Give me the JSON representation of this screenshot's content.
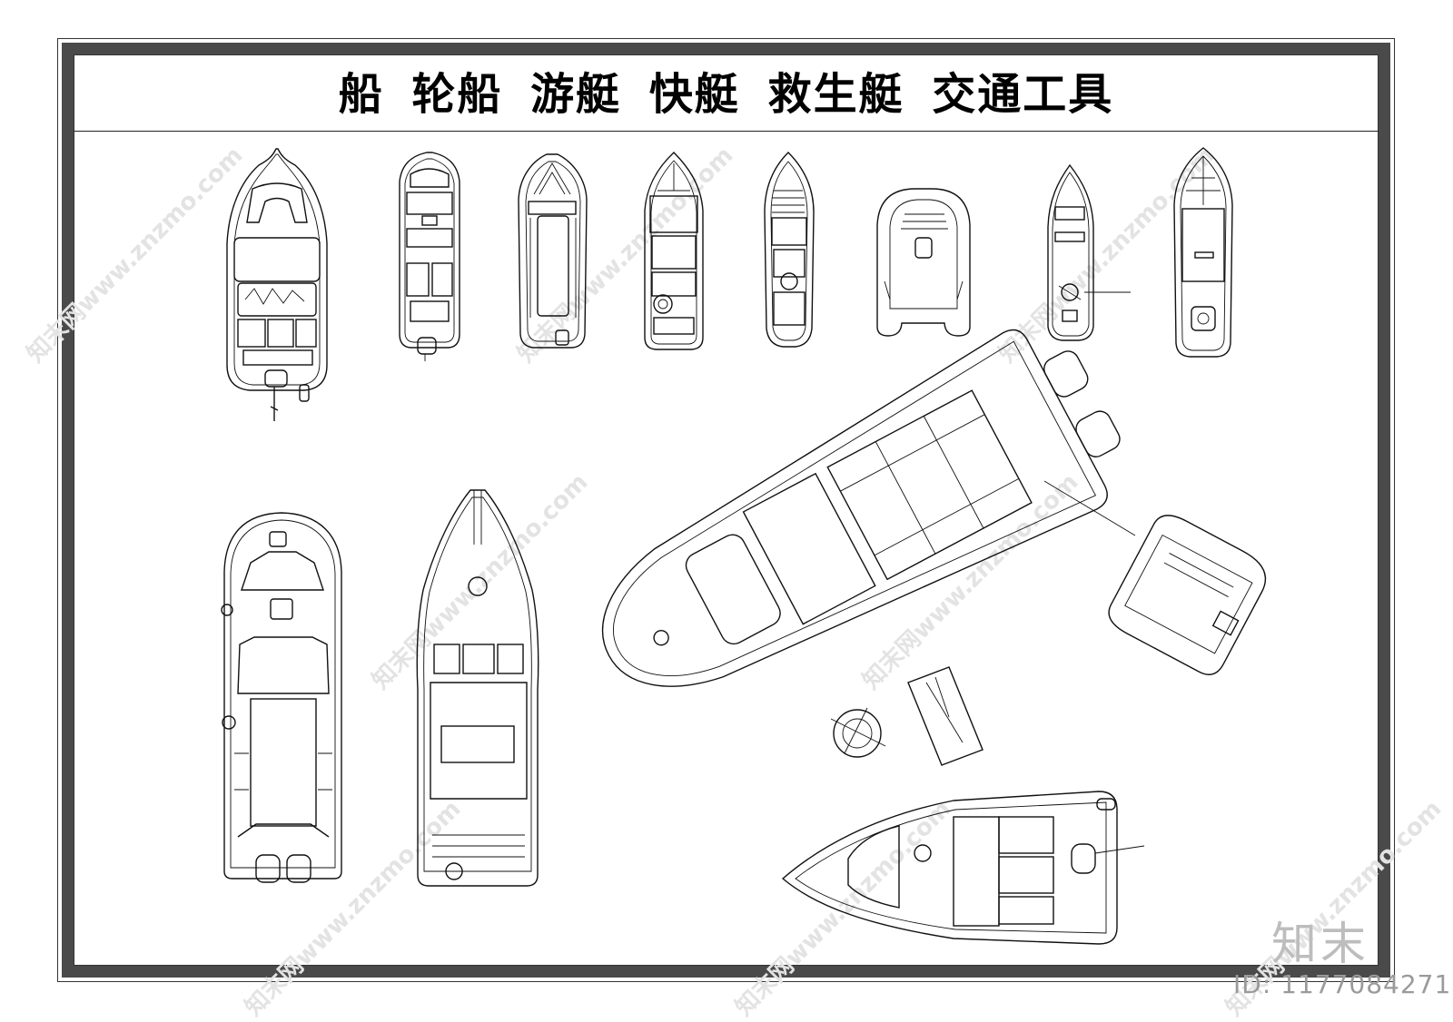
{
  "title": "船 轮船 游艇 快艇 救生艇 交通工具",
  "brand": "知末",
  "id_label": "ID: 1177084271",
  "watermark": "知末网www.znzmo.com",
  "colors": {
    "line": "#111111",
    "frame": "#4a4a4a",
    "watermark": "#e3e3e3"
  }
}
